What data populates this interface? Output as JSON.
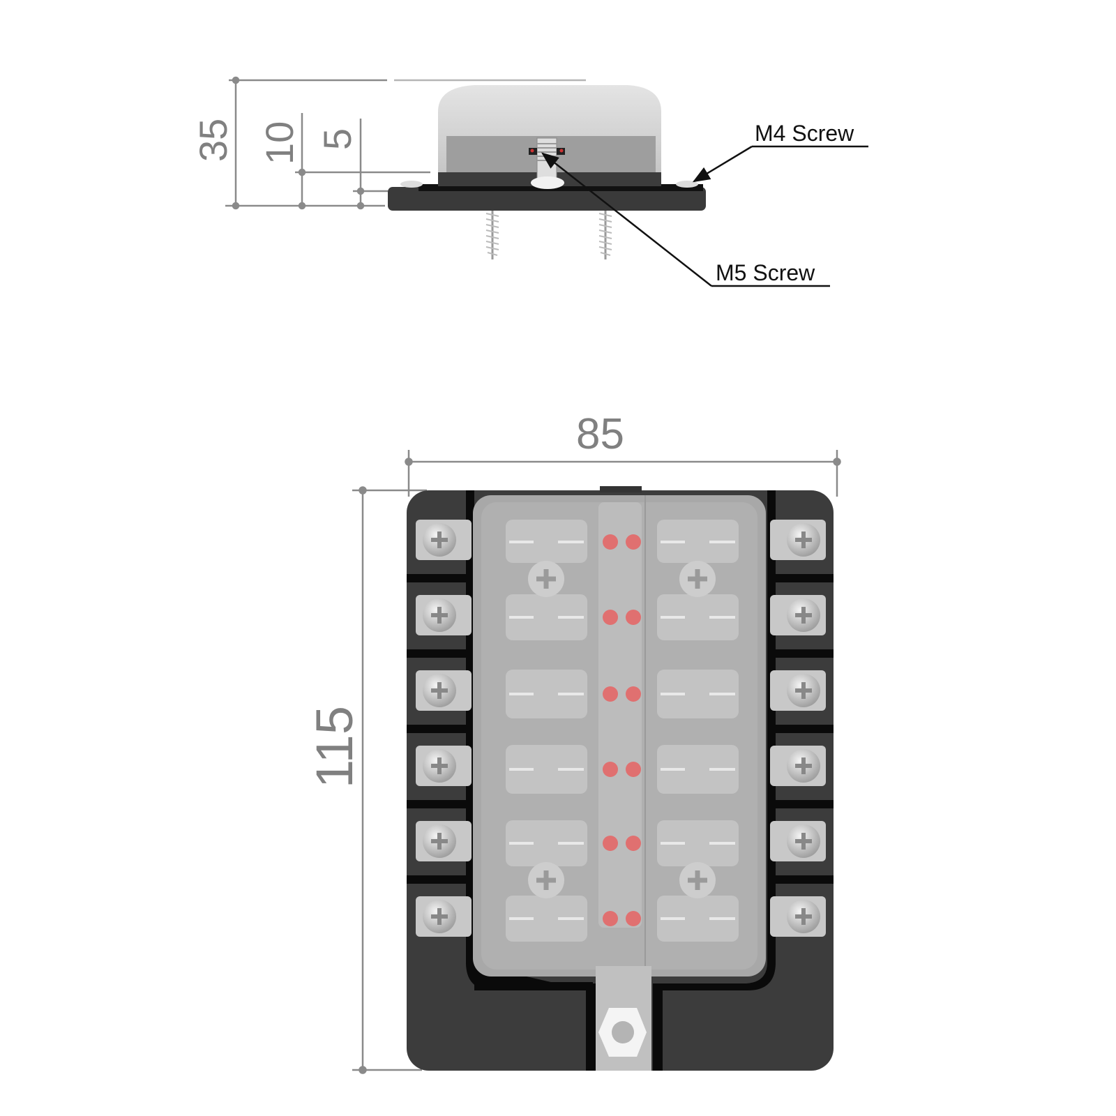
{
  "side_view": {
    "dimensions": {
      "overall_height": "35",
      "base_to_terminal": "10",
      "base_thickness": "5"
    },
    "callouts": [
      {
        "id": "m4",
        "label": "M4 Screw"
      },
      {
        "id": "m5",
        "label": "M5 Screw"
      }
    ]
  },
  "top_view": {
    "dimensions": {
      "width": "85",
      "height": "115"
    },
    "fuse_rows": 6,
    "fuse_columns": 2,
    "terminals_per_side": 6,
    "led_indicators": 12
  },
  "colors": {
    "base": "#3c3c3c",
    "base_slot": "#0a0a0a",
    "cover": "#a9a9a9",
    "cover_light": "#c2c2c2",
    "terminal": "#c8c8c8",
    "led": "#e07070",
    "dimension_line": "#8a8a8a"
  }
}
